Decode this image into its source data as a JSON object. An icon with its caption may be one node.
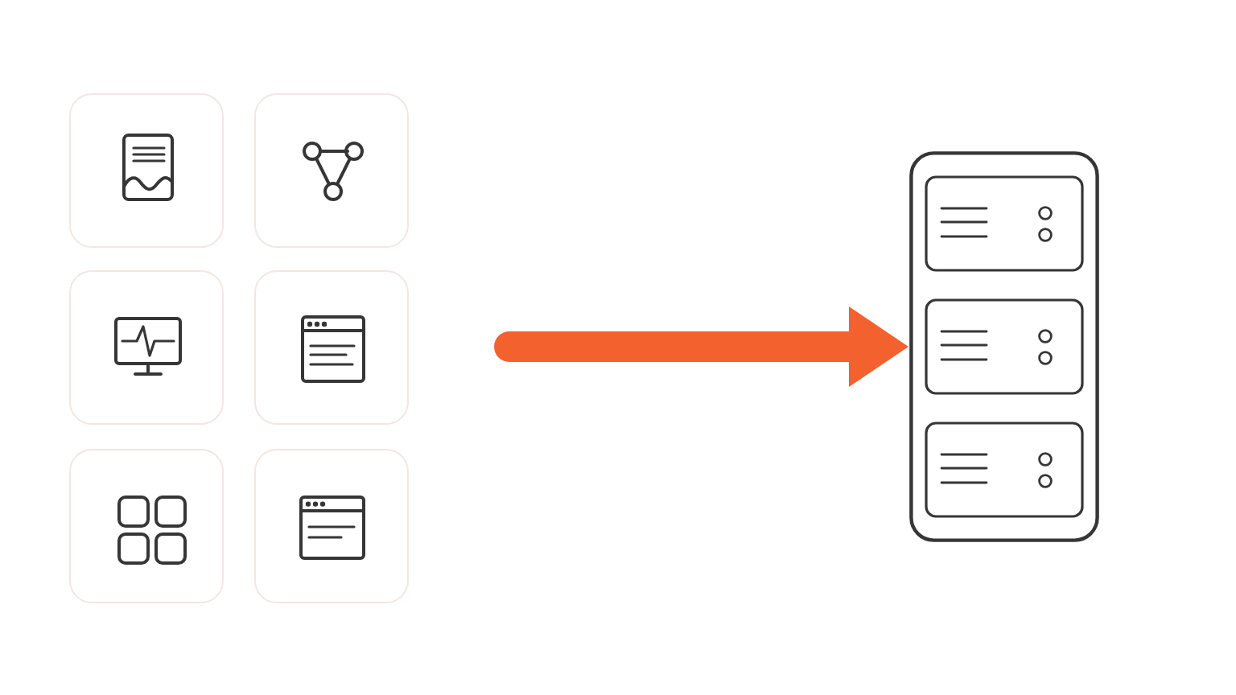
{
  "diagram": {
    "nodes": [
      {
        "text": [],
        "shape": "box"
      },
      {
        "text": [],
        "shape": "box"
      },
      {
        "text": [],
        "shape": "box"
      },
      {
        "text": [],
        "shape": "box"
      },
      {
        "text": [],
        "shape": "box"
      },
      {
        "text": [],
        "shape": "box"
      },
      {
        "text": [],
        "shape": "picture"
      }
    ],
    "edges": [
      {
        "from": null,
        "to": 6,
        "arrow": "to",
        "color": "#f3612e"
      }
    ]
  }
}
